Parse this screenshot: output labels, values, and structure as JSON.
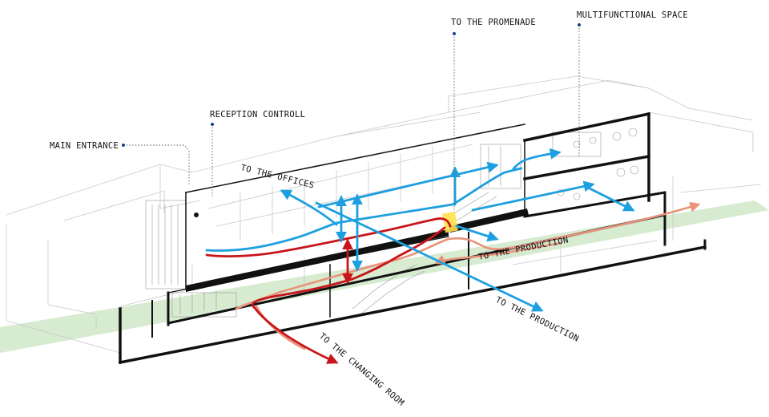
{
  "labels": {
    "main_entrance": "MAIN ENTRANCE",
    "reception_control": "RECEPTION CONTROLL",
    "to_promenade": "TO THE PROMENADE",
    "multifunctional_space": "MULTIFUNCTIONAL SPACE",
    "to_offices": "TO THE OFFICES",
    "to_production_upper": "TO THE PRODUCTION",
    "to_production_lower": "TO THE PRODUCTION",
    "to_changing_room": "TO THE CHANGING ROOM"
  },
  "colors": {
    "blue_flow": "#1ea0e0",
    "red_flow": "#c8151b",
    "salmon_flow": "#e8937a",
    "ground_band": "#cfe8c8",
    "highlight": "#ffe14a",
    "structure": "#111111",
    "context_lines": "#c8c8c8",
    "leader_dot": "#1d3f8a"
  }
}
